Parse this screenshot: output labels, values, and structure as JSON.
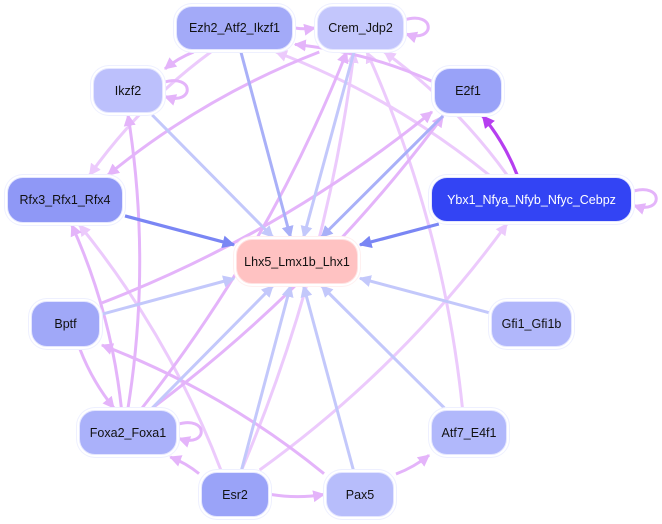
{
  "diagram": {
    "type": "gene-regulatory-network",
    "nodes": [
      {
        "id": "ezh2",
        "label": "Ezh2_Atf2_Ikzf1",
        "fill": "#a3aaf8",
        "text": "#111111"
      },
      {
        "id": "crem",
        "label": "Crem_Jdp2",
        "fill": "#c3c6fc",
        "text": "#111111"
      },
      {
        "id": "ikzf2",
        "label": "Ikzf2",
        "fill": "#bcc0fc",
        "text": "#111111"
      },
      {
        "id": "e2f1",
        "label": "E2f1",
        "fill": "#99a2f8",
        "text": "#111111"
      },
      {
        "id": "rfx",
        "label": "Rfx3_Rfx1_Rfx4",
        "fill": "#8f98f6",
        "text": "#111111"
      },
      {
        "id": "ybx1",
        "label": "Ybx1_Nfya_Nfyb_Nfyc_Cebpz",
        "fill": "#3344f4",
        "text": "#ffffff"
      },
      {
        "id": "lhx5",
        "label": "Lhx5_Lmx1b_Lhx1",
        "fill": "#ffc2c2",
        "text": "#111111"
      },
      {
        "id": "bptf",
        "label": "Bptf",
        "fill": "#a0a8f8",
        "text": "#111111"
      },
      {
        "id": "gfi1",
        "label": "Gfi1_Gfi1b",
        "fill": "#b1b7fb",
        "text": "#111111"
      },
      {
        "id": "foxa2",
        "label": "Foxa2_Foxa1",
        "fill": "#aab1fa",
        "text": "#111111"
      },
      {
        "id": "atf7",
        "label": "Atf7_E4f1",
        "fill": "#b1b8fb",
        "text": "#111111"
      },
      {
        "id": "esr2",
        "label": "Esr2",
        "fill": "#9aa3f8",
        "text": "#111111"
      },
      {
        "id": "pax5",
        "label": "Pax5",
        "fill": "#b7bdfb",
        "text": "#111111"
      }
    ],
    "edge_colors": {
      "activation_light": "#eccafc",
      "activation": "#e4b4fa",
      "activation_strong": "#b63ef0",
      "target_light": "#c3c8fb",
      "target": "#a9b0f8",
      "target_strong": "#7a86f4"
    },
    "edges": [
      {
        "from": "ezh2",
        "to": "crem",
        "style": "activation"
      },
      {
        "from": "crem",
        "to": "crem",
        "style": "activation",
        "self": true
      },
      {
        "from": "ikzf2",
        "to": "ikzf2",
        "style": "activation",
        "self": true
      },
      {
        "from": "ybx1",
        "to": "ybx1",
        "style": "activation",
        "self": true
      },
      {
        "from": "foxa2",
        "to": "foxa2",
        "style": "activation",
        "self": true
      },
      {
        "from": "ybx1",
        "to": "e2f1",
        "style": "activation_strong"
      },
      {
        "from": "e2f1",
        "to": "ezh2",
        "style": "activation"
      },
      {
        "from": "ybx1",
        "to": "ezh2",
        "style": "activation_light"
      },
      {
        "from": "ybx1",
        "to": "crem",
        "style": "activation_light"
      },
      {
        "from": "ezh2",
        "to": "ikzf2",
        "style": "activation"
      },
      {
        "from": "ezh2",
        "to": "rfx",
        "style": "activation_light"
      },
      {
        "from": "crem",
        "to": "rfx",
        "style": "activation"
      },
      {
        "from": "foxa2",
        "to": "ikzf2",
        "style": "activation"
      },
      {
        "from": "foxa2",
        "to": "rfx",
        "style": "activation"
      },
      {
        "from": "foxa2",
        "to": "e2f1",
        "style": "activation"
      },
      {
        "from": "foxa2",
        "to": "crem",
        "style": "activation"
      },
      {
        "from": "bptf",
        "to": "e2f1",
        "style": "activation"
      },
      {
        "from": "bptf",
        "to": "foxa2",
        "style": "activation"
      },
      {
        "from": "esr2",
        "to": "foxa2",
        "style": "activation"
      },
      {
        "from": "esr2",
        "to": "pax5",
        "style": "activation"
      },
      {
        "from": "esr2",
        "to": "rfx",
        "style": "activation_light"
      },
      {
        "from": "esr2",
        "to": "crem",
        "style": "activation_light"
      },
      {
        "from": "esr2",
        "to": "ybx1",
        "style": "activation_light"
      },
      {
        "from": "pax5",
        "to": "bptf",
        "style": "activation"
      },
      {
        "from": "pax5",
        "to": "atf7",
        "style": "activation"
      },
      {
        "from": "atf7",
        "to": "crem",
        "style": "activation_light"
      },
      {
        "from": "ezh2",
        "to": "lhx5",
        "style": "target"
      },
      {
        "from": "crem",
        "to": "lhx5",
        "style": "target_light"
      },
      {
        "from": "ikzf2",
        "to": "lhx5",
        "style": "target_light"
      },
      {
        "from": "e2f1",
        "to": "lhx5",
        "style": "target"
      },
      {
        "from": "rfx",
        "to": "lhx5",
        "style": "target_strong"
      },
      {
        "from": "ybx1",
        "to": "lhx5",
        "style": "target_strong"
      },
      {
        "from": "bptf",
        "to": "lhx5",
        "style": "target_light"
      },
      {
        "from": "gfi1",
        "to": "lhx5",
        "style": "target_light"
      },
      {
        "from": "foxa2",
        "to": "lhx5",
        "style": "target_light"
      },
      {
        "from": "esr2",
        "to": "lhx5",
        "style": "target_light"
      },
      {
        "from": "pax5",
        "to": "lhx5",
        "style": "target_light"
      },
      {
        "from": "atf7",
        "to": "lhx5",
        "style": "target_light"
      }
    ]
  }
}
